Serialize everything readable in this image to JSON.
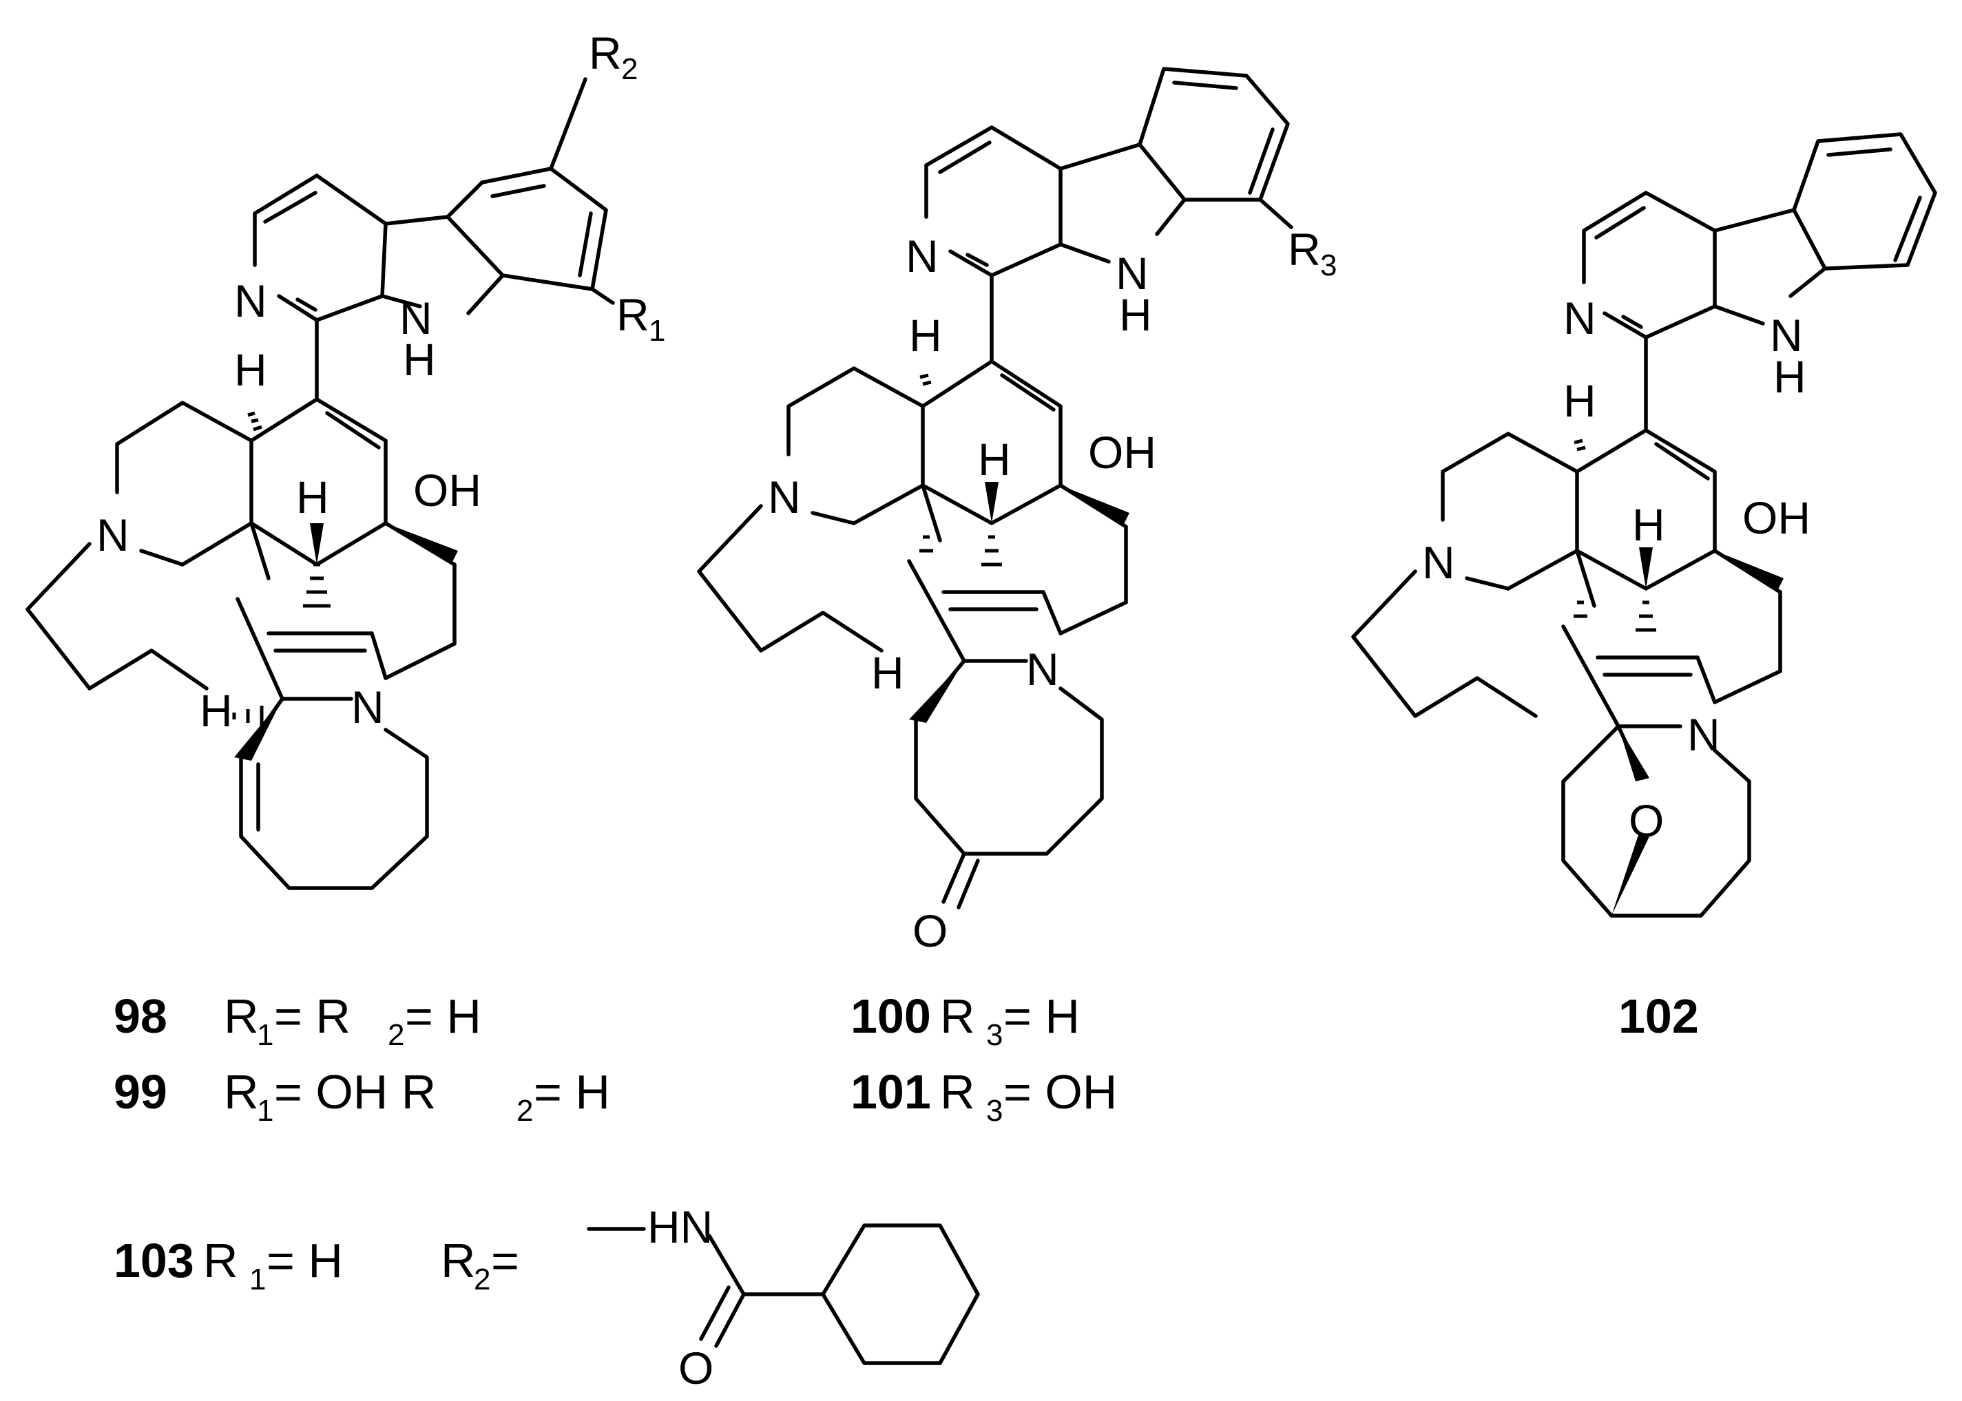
{
  "atoms": {
    "nitrogen": "N",
    "hydrogen": "H",
    "hydroxyl": "OH",
    "oxygen": "O",
    "r1": "R",
    "r2": "R",
    "r3": "R",
    "sub1": "1",
    "sub2": "2",
    "sub3": "3",
    "amide_nh": "HN"
  },
  "captions": {
    "c98": {
      "num": "98",
      "text_a": "R",
      "sub_a": "1",
      "text_b": " = R",
      "sub_b": "2",
      "text_c": " = H"
    },
    "c99": {
      "num": "99",
      "text_a": "R",
      "sub_a": "1",
      "text_b": " = OH  R",
      "sub_b": "2",
      "text_c": " = H"
    },
    "c100": {
      "num": "100",
      "text_a": " R",
      "sub_a": "3",
      "text_b": " = H"
    },
    "c101": {
      "num": "101",
      "text_a": " R",
      "sub_a": "3",
      "text_b": " = OH"
    },
    "c102": {
      "num": "102"
    },
    "c103": {
      "num": "103",
      "text_a": " R",
      "sub_a": "1",
      "text_b": " = H",
      "text_c": "R",
      "sub_c": "2",
      "text_d": " ="
    }
  }
}
